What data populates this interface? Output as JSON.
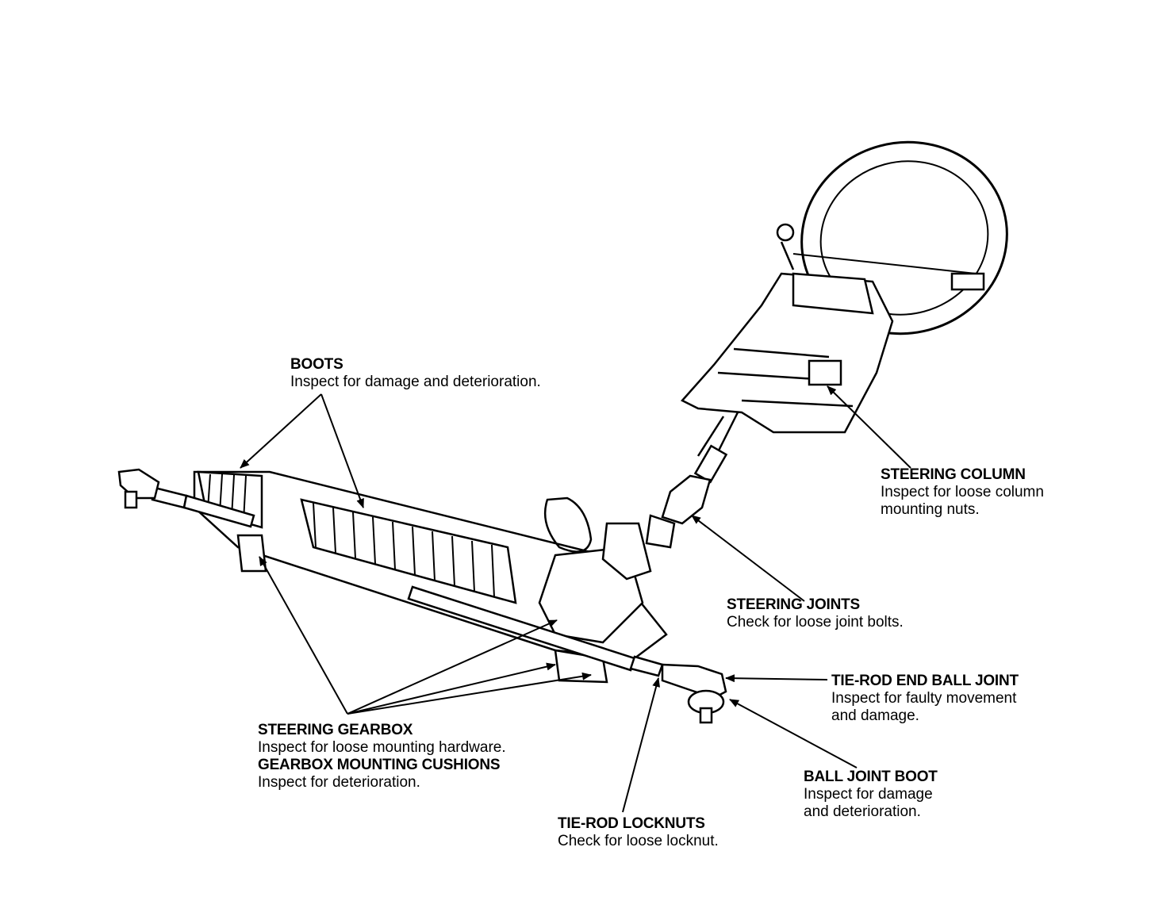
{
  "callouts": {
    "boots": {
      "title": "BOOTS",
      "desc": "Inspect for damage and deterioration."
    },
    "steering_column": {
      "title": "STEERING COLUMN",
      "desc_1": "Inspect for loose column",
      "desc_2": "mounting nuts."
    },
    "steering_joints": {
      "title": "STEERING JOINTS",
      "desc": "Check for loose joint bolts."
    },
    "tie_rod_end_ball_joint": {
      "title": "TIE-ROD END BALL JOINT",
      "desc_1": "Inspect for faulty movement",
      "desc_2": "and damage."
    },
    "steering_gearbox": {
      "title": "STEERING GEARBOX",
      "desc": "Inspect for loose mounting hardware."
    },
    "gearbox_mounting_cushions": {
      "title": "GEARBOX MOUNTING CUSHIONS",
      "desc": "Inspect for deterioration."
    },
    "ball_joint_boot": {
      "title": "BALL JOINT BOOT",
      "desc_1": "Inspect for damage",
      "desc_2": "and deterioration."
    },
    "tie_rod_locknuts": {
      "title": "TIE-ROD LOCKNUTS",
      "desc": "Check for loose locknut."
    }
  }
}
